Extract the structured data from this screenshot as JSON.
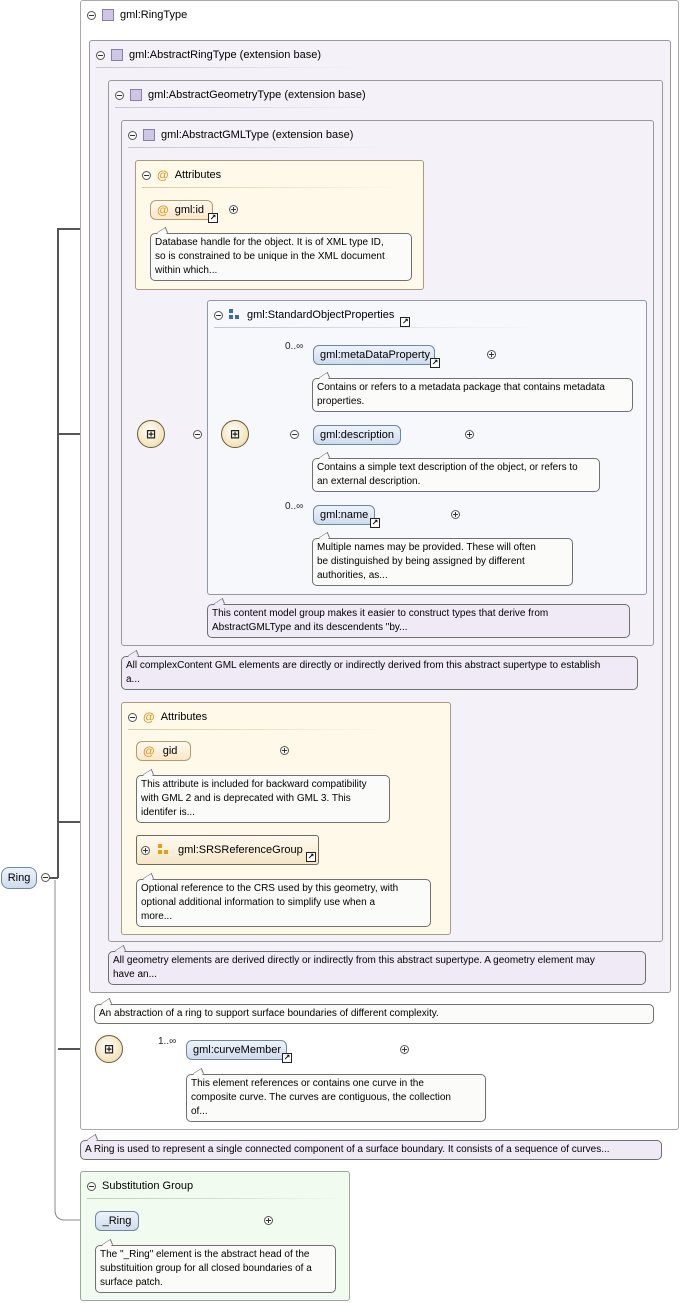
{
  "root": {
    "label": "Ring"
  },
  "ring_type": {
    "title": "gml:RingType"
  },
  "abstract_ring_type": {
    "title": "gml:AbstractRingType (extension base)"
  },
  "abstract_geometry_type": {
    "title": "gml:AbstractGeometryType (extension base)"
  },
  "abstract_gml_type": {
    "title": "gml:AbstractGMLType (extension base)"
  },
  "attributes_gml": {
    "title": "Attributes",
    "id": {
      "label": "gml:id",
      "doc": [
        "Database handle for the object. It is of XML type ID,",
        "so is constrained to be unique in the XML document",
        "within which..."
      ]
    }
  },
  "standard_object_properties": {
    "title": "gml:StandardObjectProperties",
    "metadata_property": {
      "label": "gml:metaDataProperty",
      "multiplicity": "0..∞",
      "doc": [
        "Contains or refers to a metadata package that contains metadata",
        "properties."
      ]
    },
    "description": {
      "label": "gml:description",
      "doc": [
        "Contains a simple text description of the object, or refers to",
        "an external description."
      ]
    },
    "name": {
      "label": "gml:name",
      "multiplicity": "0..∞",
      "doc": [
        "Multiple names may be provided. These will often",
        "be distinguished by being assigned by different",
        "authorities, as..."
      ]
    },
    "group_doc": [
      "This content model group makes it easier to construct types that derive from",
      "AbstractGMLType and its descendents \"by..."
    ]
  },
  "abstract_gml_doc": [
    "All complexContent GML elements are directly or indirectly derived from this abstract supertype to establish",
    "a..."
  ],
  "attributes_geometry": {
    "title": "Attributes",
    "gid": {
      "label": "gid",
      "doc": [
        "This attribute is included for backward compatibility",
        "with GML 2 and is deprecated with GML 3. This",
        "identifer is..."
      ]
    },
    "srs_group": {
      "label": "gml:SRSReferenceGroup",
      "doc": [
        "Optional reference to the CRS used by this geometry, with",
        "optional additional information to simplify use when a",
        "more..."
      ]
    }
  },
  "abstract_geometry_doc": [
    "All geometry elements are derived directly or indirectly from this abstract supertype. A geometry element may",
    "have an..."
  ],
  "abstract_ring_doc": [
    "An abstraction of a ring to support surface boundaries of different complexity."
  ],
  "curve_member": {
    "label": "gml:curveMember",
    "multiplicity": "1..∞",
    "doc": [
      "This element references or contains one curve in the",
      "composite curve. The curves are contiguous, the collection",
      "of..."
    ]
  },
  "ring_doc": [
    "A Ring is used to represent a single connected component of a surface boundary. It consists of a sequence of curves..."
  ],
  "substitution_group": {
    "title": "Substitution Group",
    "head": {
      "label": "_Ring",
      "doc": [
        "The \"_Ring\" element is the abstract head of the",
        "substituition group for all closed boundaries of a",
        "surface patch."
      ]
    }
  },
  "icons": {
    "ref_arrow": "↗",
    "attr_at": "@",
    "compositor": "⊞"
  },
  "colors": {
    "type_box": "#f4f2f8",
    "attr_box": "#fff9ea",
    "doc_box": "#fbfbf9",
    "sub_box": "#f1fbef",
    "element_fill": "#cfdced"
  }
}
